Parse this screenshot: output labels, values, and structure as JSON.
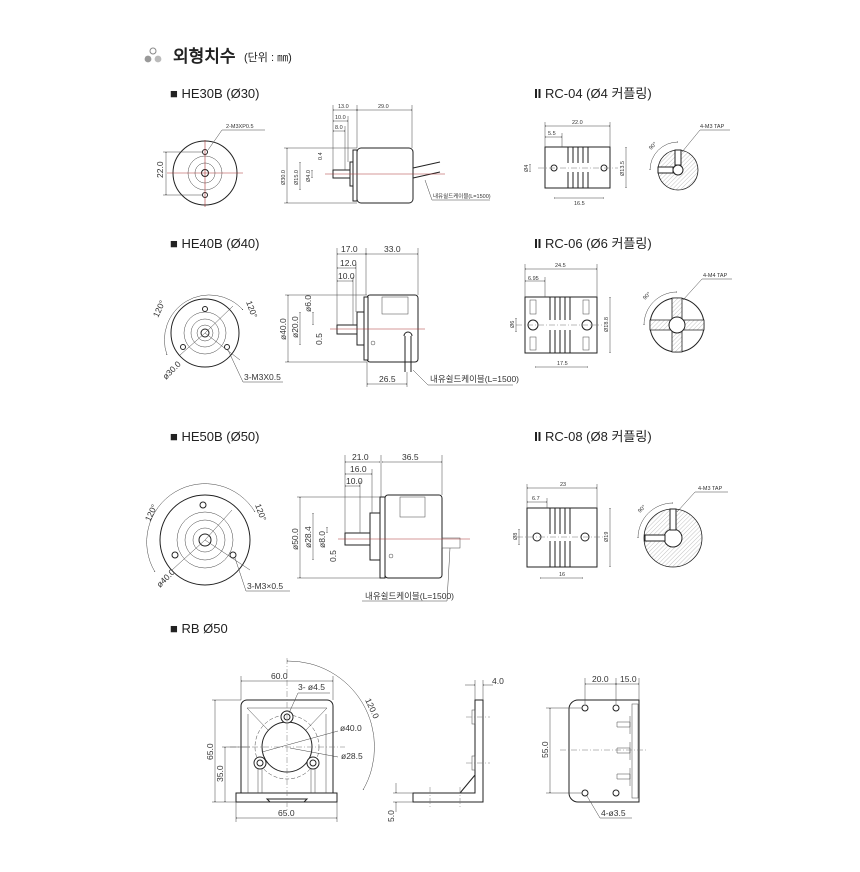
{
  "header": {
    "title": "외형치수",
    "unit": "(단위 : ㎜)",
    "icon": "three-dots-icon"
  },
  "he30b": {
    "title": "■ HE30B (Ø30)",
    "front": {
      "hole_label": "2-M3XP0.5",
      "pitch": "22.0"
    },
    "side": {
      "d1": "13.0",
      "d2": "29.0",
      "d3": "10.0",
      "d4": "8.0",
      "dia_body": "Ø30.0",
      "dia_hub": "Ø15.0",
      "dia_shaft": "Ø4.0",
      "gap": "0.4",
      "cable": "내유쉴드케이블(L=1500)"
    }
  },
  "he40b": {
    "title": "■ HE40B (Ø40)",
    "front": {
      "angle1": "120°",
      "angle2": "120°",
      "pcd": "ø30.0",
      "hole_label": "3-M3X0.5"
    },
    "side": {
      "d1": "17.0",
      "d2": "33.0",
      "d3": "12.0",
      "d4": "10.0",
      "dia_body": "ø40.0",
      "dia_hub": "ø20.0",
      "dia_shaft": "ø6.0",
      "gap": "0.5",
      "cable_pos": "26.5",
      "cable": "내유쉴드케이블(L=1500)"
    }
  },
  "he50b": {
    "title": "■ HE50B (Ø50)",
    "front": {
      "angle1": "120°",
      "angle2": "120°",
      "pcd": "ø40.0",
      "hole_label": "3-M3×0.5"
    },
    "side": {
      "d1": "21.0",
      "d2": "36.5",
      "d3": "16.0",
      "d4": "10.0",
      "dia_body": "ø50.0",
      "dia_hub": "ø28.4",
      "dia_shaft": "ø8.0",
      "gap": "0.5",
      "cable": "내유쉴드케이블(L=1500)"
    }
  },
  "rc04": {
    "title": "RC-04 (Ø4 커플링)",
    "length": "22.0",
    "edge": "5.5",
    "pitch": "16.5",
    "bore": "Ø4",
    "od": "Ø13.5",
    "angle": "90°",
    "tap": "4-M3 TAP"
  },
  "rc06": {
    "title": "RC-06 (Ø6 커플링)",
    "length": "24.5",
    "edge": "6.95",
    "pitch": "17.5",
    "bore": "Ø6",
    "od": "Ø18.8",
    "angle": "90°",
    "tap": "4-M4 TAP"
  },
  "rc08": {
    "title": "RC-08 (Ø8 커플링)",
    "length": "23",
    "edge": "6.7",
    "pitch": "16",
    "bore": "Ø8",
    "od": "Ø19",
    "angle": "90°",
    "tap": "4-M3 TAP"
  },
  "rb": {
    "title": "■ RB  Ø50",
    "front": {
      "width_top": "60.0",
      "holes": "3- ø4.5",
      "angle": "120.0",
      "bore1": "ø40.0",
      "bore2": "ø28.5",
      "height": "65.0",
      "center_h": "35.0",
      "width_base": "65.0"
    },
    "side": {
      "thick_v": "4.0",
      "thick_h": "5.0"
    },
    "back": {
      "pitch1": "20.0",
      "pitch2": "15.0",
      "vpitch": "55.0",
      "holes": "4-ø3.5"
    }
  }
}
